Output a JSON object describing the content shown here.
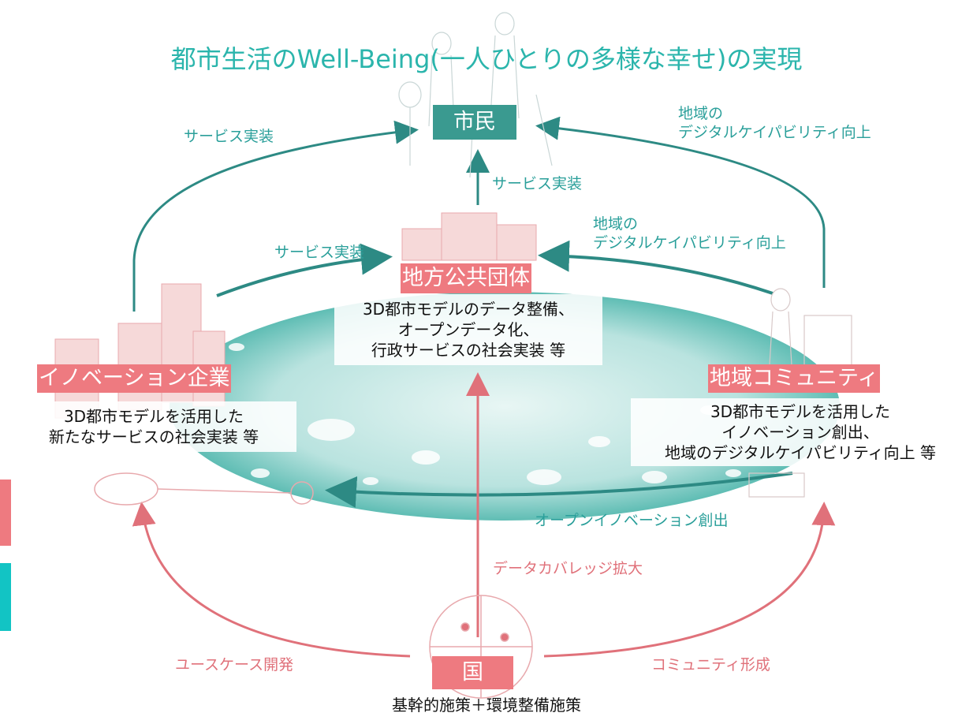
{
  "title": "都市生活のWell-Being(一人ひとりの多様な幸せ)の実現",
  "nodes": {
    "citizen": {
      "label": "市民"
    },
    "local_gov": {
      "label": "地方公共団体",
      "desc": [
        "3D都市モデルのデータ整備、",
        "オープンデータ化、",
        "行政サービスの社会実装 等"
      ]
    },
    "innovation": {
      "label": "イノベーション企業",
      "desc": [
        "3D都市モデルを活用した",
        "新たなサービスの社会実装 等"
      ]
    },
    "community": {
      "label": "地域コミュニティ",
      "desc": [
        "3D都市モデルを活用した",
        "イノベーション創出、",
        "地域のデジタルケイパビリティ向上 等"
      ]
    },
    "nation": {
      "label": "国",
      "desc": "基幹的施策＋環境整備施策"
    }
  },
  "edges": {
    "service_left": "サービス実装",
    "service_center": "サービス実装",
    "service_inner": "サービス実装",
    "capability_outer": [
      "地域の",
      "デジタルケイパビリティ向上"
    ],
    "capability_inner": [
      "地域の",
      "デジタルケイパビリティ向上"
    ],
    "open_innovation": "オープンイノベーション創出",
    "data_coverage": "データカバレッジ拡大",
    "usecase": "ユースケース開発",
    "community_formation": "コミュニティ形成"
  },
  "colors": {
    "teal": "#2a9f9a",
    "teal_dark": "#2d8a84",
    "pink": "#e0717a",
    "tag_teal": "#3a9a90",
    "tag_pink": "#ee7a80",
    "sidebar_pink": "#ee7a80",
    "sidebar_cyan": "#12c4c4"
  }
}
